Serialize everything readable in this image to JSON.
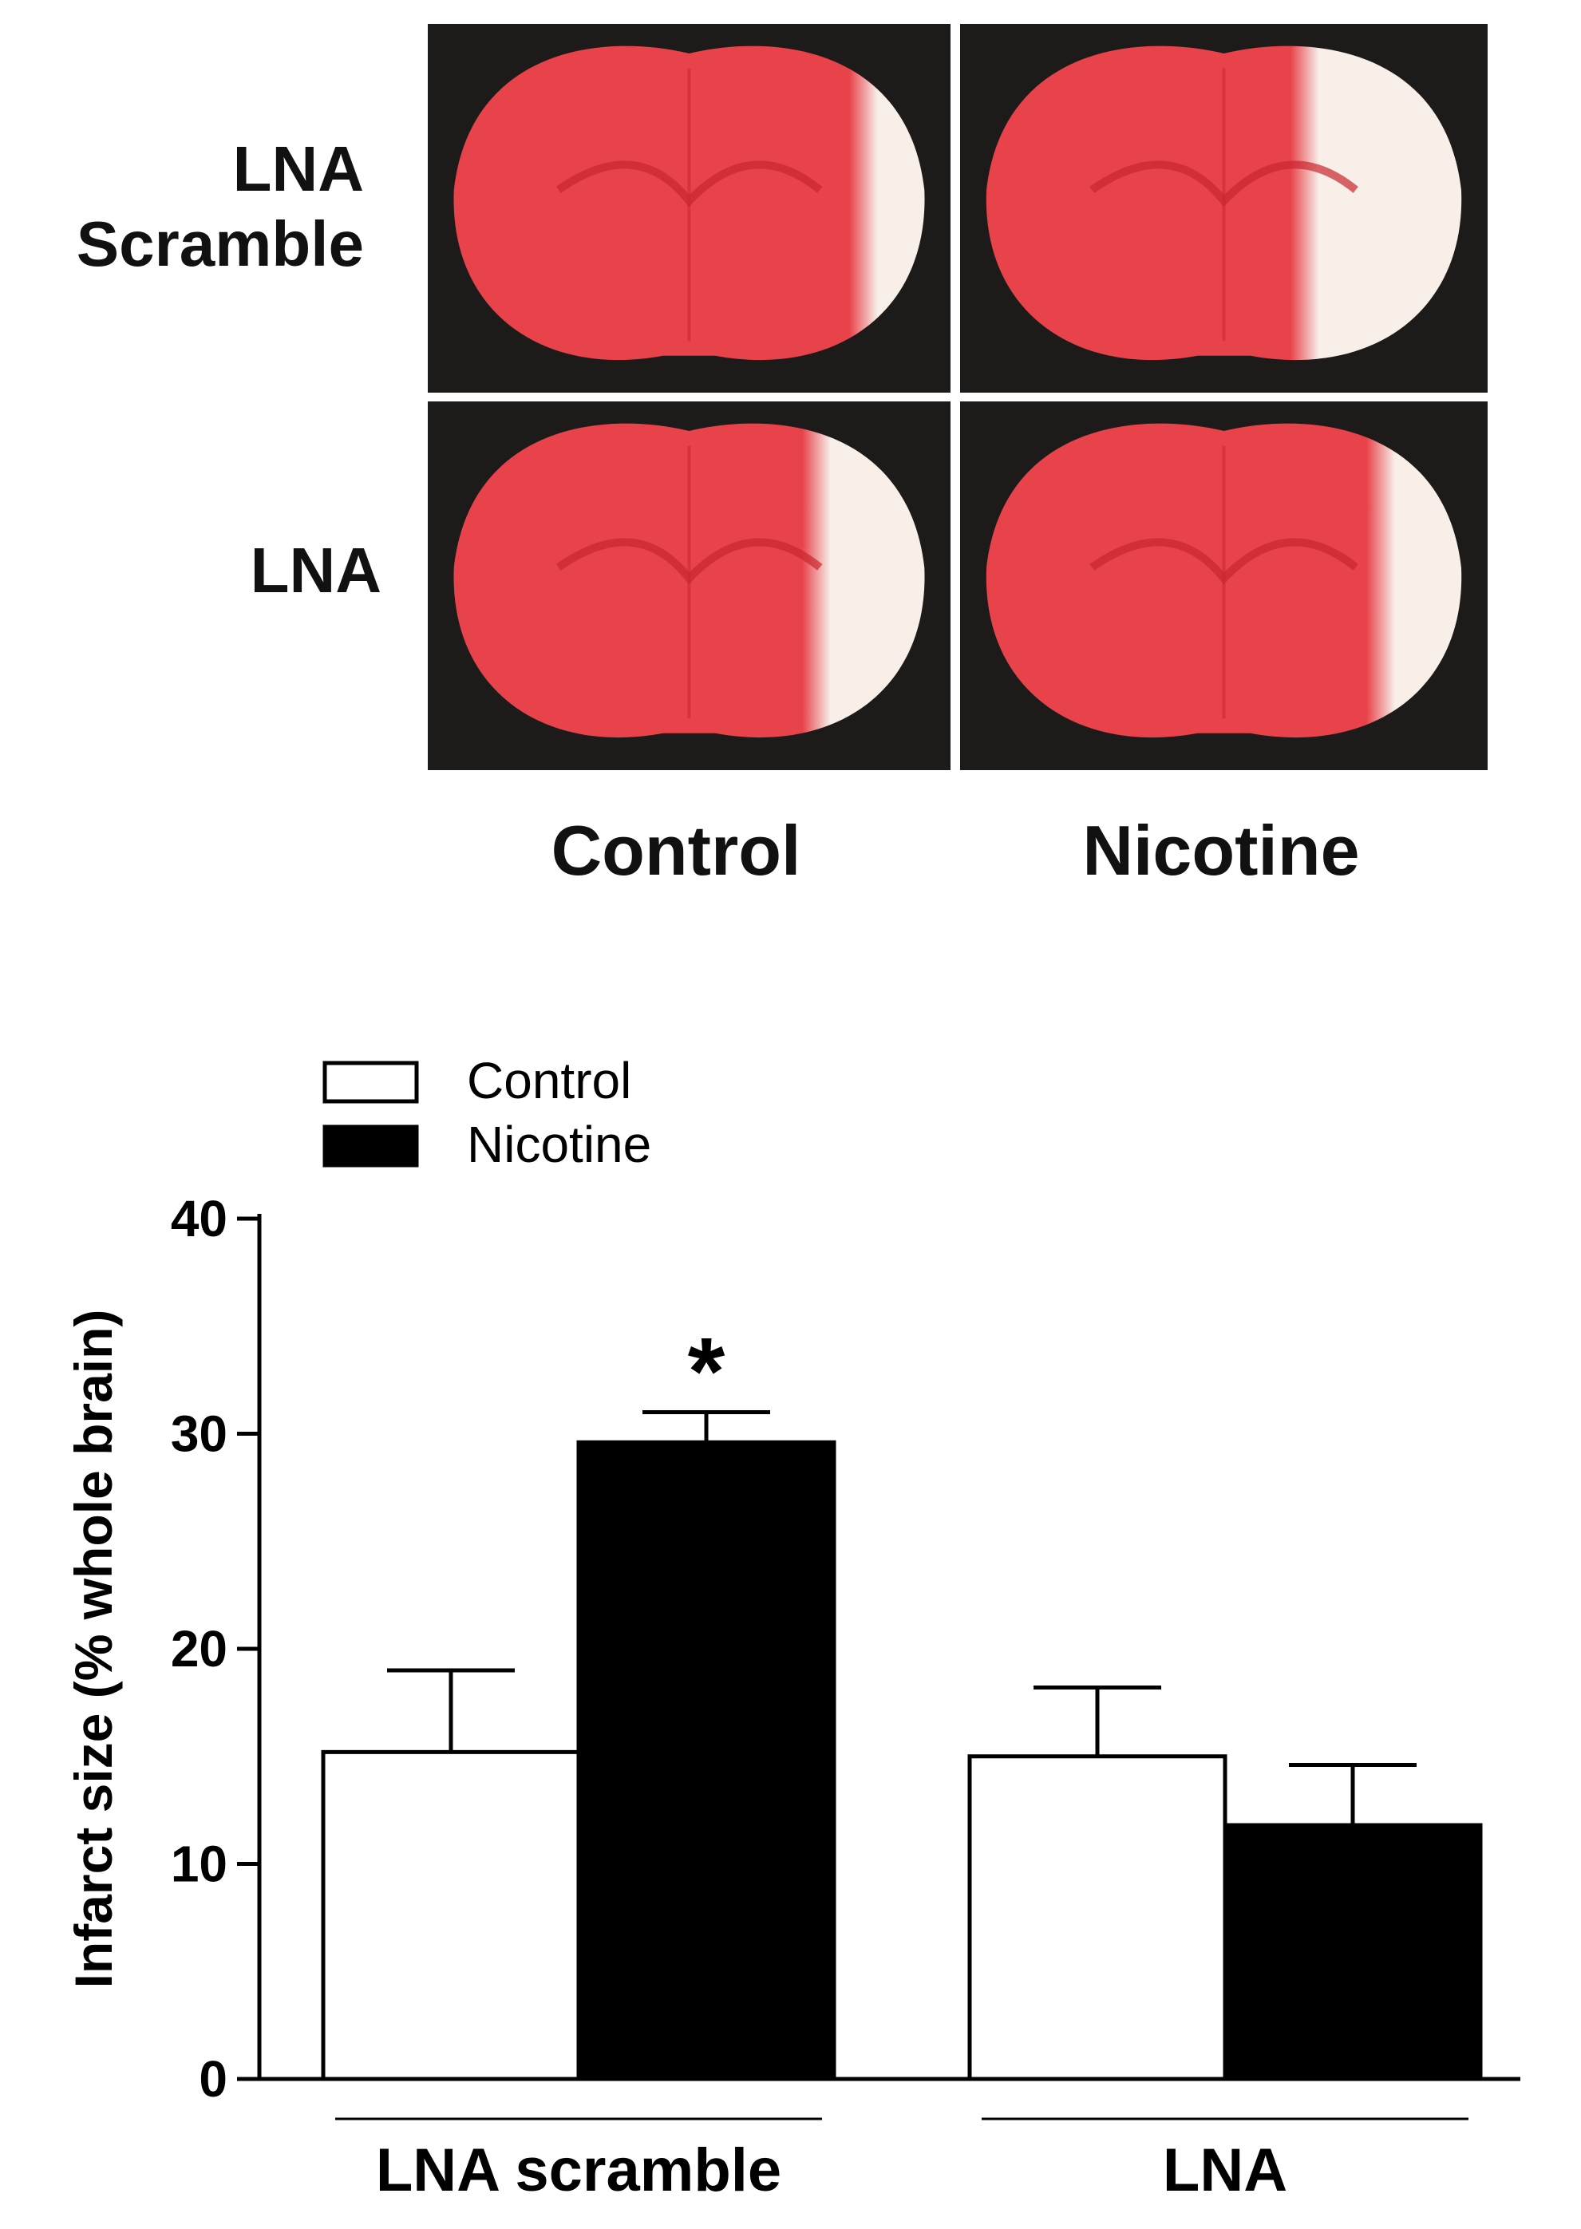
{
  "figure": {
    "row_labels": [
      "LNA\nScramble",
      "LNA"
    ],
    "column_labels": [
      "Control",
      "Nicotine"
    ],
    "photo_descriptions": [
      {
        "name": "brain-slice-lna-scramble-control"
      },
      {
        "name": "brain-slice-lna-scramble-nicotine"
      },
      {
        "name": "brain-slice-lna-control"
      },
      {
        "name": "brain-slice-lna-nicotine"
      }
    ]
  },
  "chart_data": {
    "type": "bar",
    "title": "",
    "xlabel": "",
    "ylabel": "Infarct size (% whole brain)",
    "ylim": [
      0,
      40
    ],
    "yticks": [
      0,
      10,
      20,
      30,
      40
    ],
    "categories": [
      "LNA scramble",
      "LNA"
    ],
    "series": [
      {
        "name": "Control",
        "values": [
          15.2,
          15.0
        ],
        "errors": [
          3.8,
          3.2
        ],
        "fill": "#ffffff",
        "stroke": "#000000"
      },
      {
        "name": "Nicotine",
        "values": [
          29.6,
          11.8
        ],
        "errors": [
          1.4,
          2.8
        ],
        "fill": "#000000",
        "stroke": "#000000"
      }
    ],
    "annotations": [
      {
        "text": "*",
        "category": "LNA scramble",
        "series": "Nicotine"
      }
    ],
    "legend": {
      "placement": "top-left",
      "entries": [
        "Control",
        "Nicotine"
      ]
    },
    "grid": false
  },
  "colors": {
    "tissue": "#e8424a",
    "tissue_deep": "#c9262f",
    "infarct": "#f7efe8",
    "background": "#1d1b19",
    "axis": "#000000"
  }
}
